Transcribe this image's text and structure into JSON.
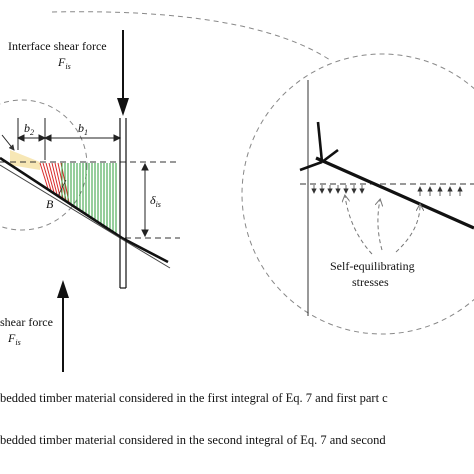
{
  "labels": {
    "interface_top": "Interface shear force",
    "interface_top_symbol": "F",
    "interface_top_sub": "is",
    "b2": "b",
    "b2_sub": "2",
    "b1": "b",
    "b1_sub": "1",
    "point_b": "B",
    "delta": "δ",
    "delta_sub": "is",
    "shear_bottom": "shear force",
    "bottom_symbol": "F",
    "bottom_sub": "is",
    "self_equil_line1": "Self-equilibrating",
    "self_equil_line2": "stresses"
  },
  "captions": {
    "first": "bedded timber material considered in the first integral of Eq. 7 and first part c",
    "second": "bedded timber material considered in the second integral of Eq. 7 and second"
  },
  "colors": {
    "hatch_green": "#2e9e3a",
    "hatch_red": "#d92b2b",
    "hatch_yellow": "#e8c45a",
    "line": "#111111",
    "dash": "#777777"
  }
}
